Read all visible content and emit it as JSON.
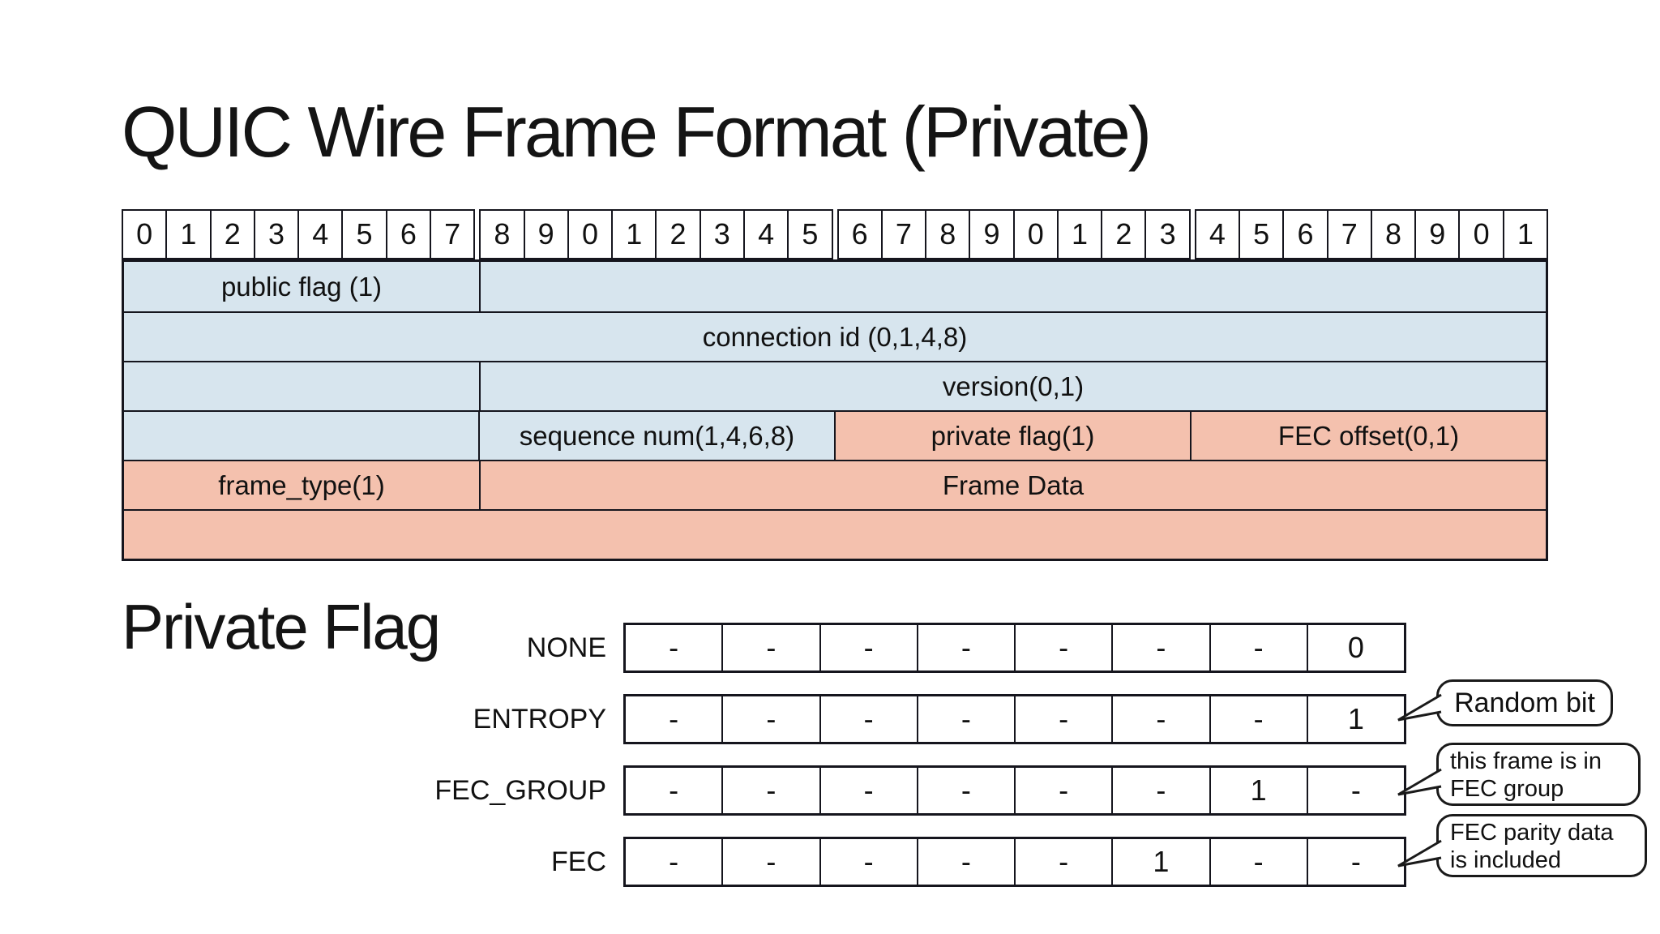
{
  "title": "QUIC Wire Frame Format (Private)",
  "colors": {
    "field_blue": "#d7e5ee",
    "field_salmon": "#f4c1ae",
    "border": "#15151d",
    "background": "#ffffff"
  },
  "bit_header": [
    "0",
    "1",
    "2",
    "3",
    "4",
    "5",
    "6",
    "7",
    "8",
    "9",
    "0",
    "1",
    "2",
    "3",
    "4",
    "5",
    "6",
    "7",
    "8",
    "9",
    "0",
    "1",
    "2",
    "3",
    "4",
    "5",
    "6",
    "7",
    "8",
    "9",
    "0",
    "1"
  ],
  "frame_table": {
    "rows": [
      {
        "cells": [
          {
            "label": "public flag (1)",
            "span": 8,
            "color": "blue"
          },
          {
            "label": "",
            "span": 24,
            "color": "blue"
          }
        ]
      },
      {
        "cells": [
          {
            "label": "connection id (0,1,4,8)",
            "span": 32,
            "color": "blue"
          }
        ]
      },
      {
        "cells": [
          {
            "label": "",
            "span": 8,
            "color": "blue"
          },
          {
            "label": "version(0,1)",
            "span": 24,
            "color": "blue"
          }
        ]
      },
      {
        "cells": [
          {
            "label": "",
            "span": 8,
            "color": "blue"
          },
          {
            "label": "sequence num(1,4,6,8)",
            "span": 8,
            "color": "blue"
          },
          {
            "label": "private flag(1)",
            "span": 8,
            "color": "salmon"
          },
          {
            "label": "FEC offset(0,1)",
            "span": 8,
            "color": "salmon"
          }
        ]
      },
      {
        "cells": [
          {
            "label": "frame_type(1)",
            "span": 8,
            "color": "salmon"
          },
          {
            "label": "Frame Data",
            "span": 24,
            "color": "salmon"
          }
        ]
      },
      {
        "cells": [
          {
            "label": "",
            "span": 32,
            "color": "salmon"
          }
        ]
      }
    ]
  },
  "private_flag": {
    "heading": "Private Flag",
    "rows": [
      {
        "label": "NONE",
        "bits": [
          "-",
          "-",
          "-",
          "-",
          "-",
          "-",
          "-",
          "0"
        ],
        "callout": ""
      },
      {
        "label": "ENTROPY",
        "bits": [
          "-",
          "-",
          "-",
          "-",
          "-",
          "-",
          "-",
          "1"
        ],
        "callout": "Random bit"
      },
      {
        "label": "FEC_GROUP",
        "bits": [
          "-",
          "-",
          "-",
          "-",
          "-",
          "-",
          "1",
          "-"
        ],
        "callout": "this frame is in FEC group"
      },
      {
        "label": "FEC",
        "bits": [
          "-",
          "-",
          "-",
          "-",
          "-",
          "1",
          "-",
          "-"
        ],
        "callout": "FEC parity data is included"
      }
    ]
  }
}
